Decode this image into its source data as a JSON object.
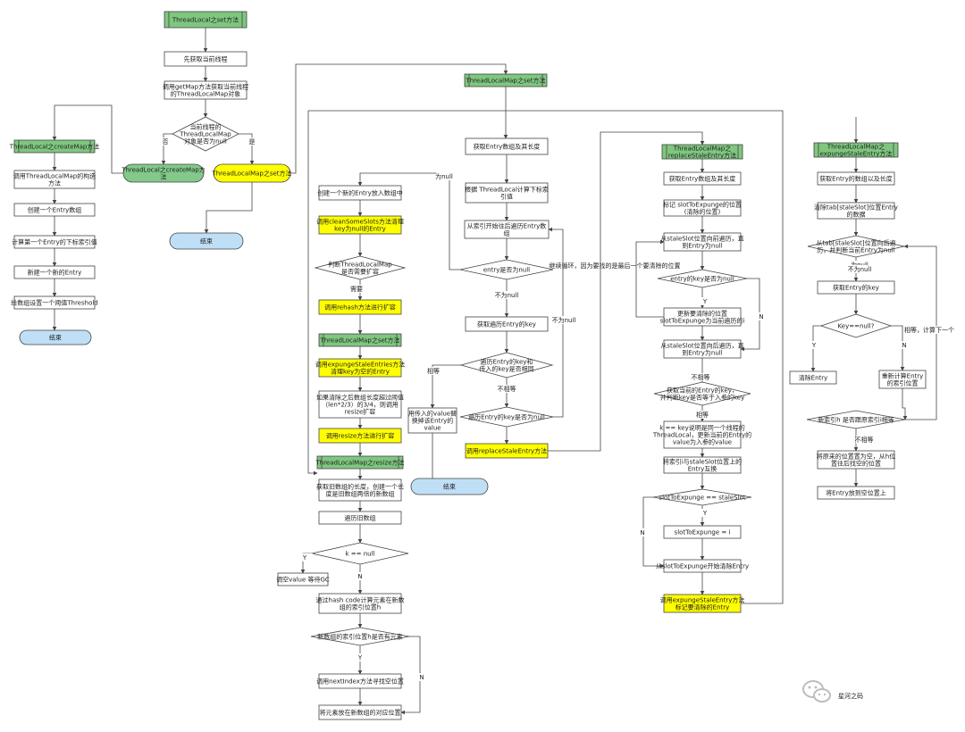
{
  "colors": {
    "stroke": "#444444",
    "plain": "#ffffff",
    "header": "#7fc77f",
    "highlight": "#ffff00",
    "terminal": "#bfdff6",
    "greenNode": "#82c98a"
  },
  "watermark": {
    "text": "星河之码",
    "icon": "wechat-icon"
  },
  "labels": {
    "no": "否",
    "yes": "是",
    "is_null": "为null",
    "not_null": "不为null",
    "not_null2": "不为null",
    "need": "需要",
    "equal": "相等",
    "not_equal": "不相等",
    "Y": "Y",
    "N": "N",
    "equal2": "相等",
    "not_equal2": "不相等",
    "N2": "N",
    "Y2": "Y",
    "Y3": "Y",
    "N3": "N",
    "null4": "为null",
    "not_null4": "不为null",
    "Y4": "Y",
    "N4": "N",
    "equal_next": "相等，计算下一个",
    "not_equal4": "不相等",
    "Y5": "Y",
    "N5": "N",
    "loop_note": "继续循环，因为要找的是最后一个要清除的位置"
  },
  "nodes": {
    "set_title": [
      "ThreadLocal之set方法"
    ],
    "set_get_thread": [
      "先获取当前线程"
    ],
    "set_get_map": [
      "调用getMap方法获取当前线程",
      "的ThreadLocalMap对象"
    ],
    "set_is_null": [
      "当前线程的",
      "ThreadLocalMap",
      "对象是否为null"
    ],
    "set_create_map": [
      "ThreadLocal之createMap方",
      "法"
    ],
    "set_map_set": [
      "ThreadLocalMap之set方法"
    ],
    "set_end": [
      "结束"
    ],
    "cm_title": [
      "ThreadLocal之createMap方法"
    ],
    "cm_ctor": [
      "调用ThreadLocalMap的构造",
      "方法"
    ],
    "cm_create_arr": [
      "创建一个Entry数组"
    ],
    "cm_index": [
      "计算第一个Entry的下标索引值"
    ],
    "cm_new_entry": [
      "新建一个新的Entry"
    ],
    "cm_threshold": [
      "给数组设置一个阈值Threshold"
    ],
    "cm_end": [
      "结束"
    ],
    "ms_title": [
      "ThreadLocalMap之set方法"
    ],
    "ms_get_arr": [
      "获取Entry数组及其长度"
    ],
    "ms_calc_idx": [
      "根据 ThreadLocal计算下标索",
      "引值"
    ],
    "ms_traverse": [
      "从索引开始往后遍历Entry数",
      "组"
    ],
    "ms_entry_null": [
      "entry是否为null"
    ],
    "ms_get_key": [
      "获取遍历Entry的key"
    ],
    "ms_key_eq": [
      "遍历Entry的key和",
      "传入的key是否相同"
    ],
    "ms_key_null": [
      "遍历Entry的key是否为null"
    ],
    "ms_replace_val": [
      "用传入的value替",
      "换掉该Entry的",
      "value"
    ],
    "ms_call_replace": [
      "调用replaceStaleEntry方法"
    ],
    "ms_end": [
      "结束"
    ],
    "ms_new_entry": [
      "创建一个新的Entry放入数组中"
    ],
    "ms_clean_slots": [
      "调用cleanSomeSlots方法清理",
      "key为null的Entry"
    ],
    "ms_need_expand": [
      "判断ThreadLocalMap",
      "是否需要扩容"
    ],
    "ms_call_rehash": [
      "调用rehash方法进行扩容"
    ],
    "rh_title": [
      "ThreadLocalMap之set方法"
    ],
    "rh_expunge": [
      "调用expungeStaleEntries方法",
      "清理key为空的Entry"
    ],
    "rh_check": [
      "如果清除之后数组长度超过阈值",
      "（len*2/3）的3/4，则调用",
      "resize扩容"
    ],
    "rh_call_resize": [
      "调用resize方法进行扩容"
    ],
    "rs_title": [
      "ThreadLocalMap之resize方法"
    ],
    "rs_get_old": [
      "获取旧数组的长度，创建一个长",
      "度是旧数组两倍的新数组"
    ],
    "rs_traverse": [
      "遍历旧数组"
    ],
    "rs_k_null": [
      "k == null"
    ],
    "rs_gc": [
      "调空value 等待GC"
    ],
    "rs_hash": [
      "通过hash code计算元素在新数",
      "组的索引位置h"
    ],
    "rs_has_elem": [
      "新数组的索引位置h是否有元素"
    ],
    "rs_next_index": [
      "调用nextIndex方法寻找空位置"
    ],
    "rs_put": [
      "将元素放在新数组的对应位置"
    ],
    "rp_title": [
      "ThreadLocalMap之",
      "replaceStaleEntry方法"
    ],
    "rp_get_arr": [
      "获取Entry数组及其长度"
    ],
    "rp_mark": [
      "标记 slotToExpunge的位置",
      "(清除的位置)"
    ],
    "rp_traverse_fwd": [
      "从staleSlot位置向前遍历，直",
      "到Entry为null"
    ],
    "rp_key_null": [
      "entry的key是否为null"
    ],
    "rp_update": [
      "更新要清除的位置",
      "slotToExpunge为当前遍历的i"
    ],
    "rp_traverse_back": [
      "从staleSlot位置向后遍历，直",
      "到Entry为null"
    ],
    "rp_get_key": [
      "获取当前的Entry的key，",
      "并判断key是否等于入参的key"
    ],
    "rp_same_key": [
      "k == key说明是同一个线程的",
      "ThreadLocal，更新当前的Entry的",
      "value为入参的value"
    ],
    "rp_swap": [
      "将索引i与staleSlot位置上的",
      "Entry互换"
    ],
    "rp_eq_slot": [
      "slotToExpunge == staleSlot"
    ],
    "rp_set_i": [
      "slotToExpunge = i"
    ],
    "rp_clean_from": [
      "从slotToExpunge开始清除Entry"
    ],
    "rp_call_expunge": [
      "调用expungeStaleEntry方法",
      "标记要清除的Entry"
    ],
    "ex_title": [
      "ThreadLocalMap之",
      "expungeStaleEntry方法"
    ],
    "ex_get_arr": [
      "获取Entry的数组以及长度"
    ],
    "ex_clear_slot": [
      "清除tab[staleSlot]位置Entry",
      "的数据"
    ],
    "ex_traverse": [
      "从tab[staleSlot]位置向后遍",
      "历，并判断当前Entry为null"
    ],
    "ex_get_key": [
      "获取Entry的key"
    ],
    "ex_k_null": [
      "Key==null?"
    ],
    "ex_clear_entry": [
      "清除Entry"
    ],
    "ex_recalc": [
      "重新计算Entry",
      "的索引位置"
    ],
    "ex_h_eq_i": [
      "新索引h 是否跟原索引i相等"
    ],
    "ex_move": [
      "将原来的位置置为空，从h位",
      "置往后找空的位置"
    ],
    "ex_put": [
      "将Entry放到空位置上"
    ]
  }
}
